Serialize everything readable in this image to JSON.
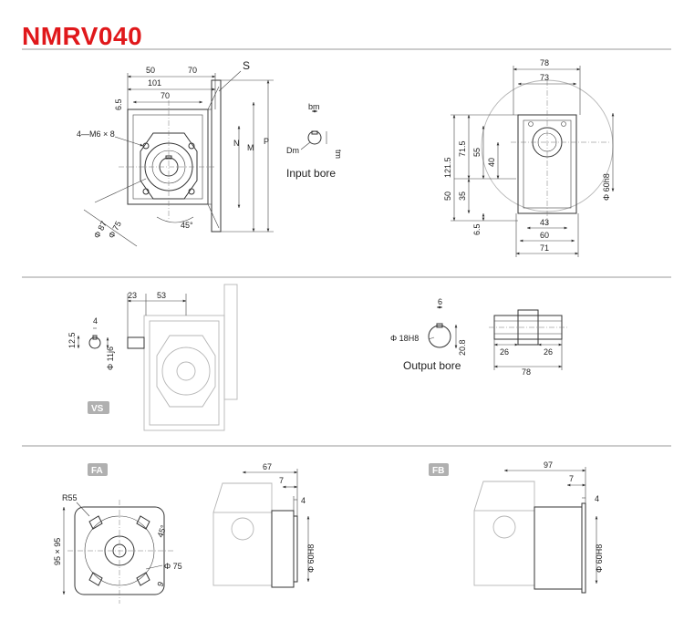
{
  "title": "NMRV040",
  "front_view": {
    "dims": [
      "50",
      "70",
      "101",
      "70",
      "6.5",
      "S",
      "N",
      "M",
      "P",
      "Φ 75",
      "Φ 87",
      "45°"
    ],
    "thread_label": "4—M6 × 8"
  },
  "input_bore": {
    "label": "Input bore",
    "dims": [
      "bm",
      "Dm",
      "tm"
    ]
  },
  "side_view": {
    "dims": [
      "78",
      "73",
      "121.5",
      "71.5",
      "55",
      "40",
      "50",
      "35",
      "6.5",
      "43",
      "60",
      "71",
      "Φ 60h8"
    ]
  },
  "vs_view": {
    "tag": "VS",
    "dims": [
      "23",
      "53",
      "4",
      "12.5",
      "Φ 11j6"
    ]
  },
  "output_bore": {
    "label": "Output bore",
    "dims": [
      "6",
      "Φ 18H8",
      "20.8",
      "26",
      "26",
      "78"
    ]
  },
  "fa_view": {
    "tag": "FA",
    "dims": [
      "R55",
      "95 × 95",
      "45°",
      "Φ 75",
      "9",
      "67",
      "7",
      "4",
      "Φ 60H8"
    ]
  },
  "fb_view": {
    "tag": "FB",
    "dims": [
      "97",
      "7",
      "4",
      "Φ 60H8"
    ]
  }
}
